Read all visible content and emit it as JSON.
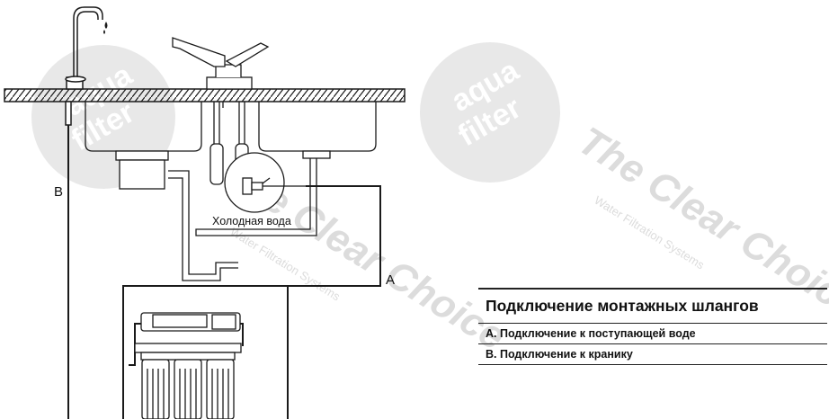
{
  "labels": {
    "point_a": "A",
    "point_b": "B",
    "cold_water": "Холодная вода"
  },
  "legend": {
    "title": "Подключение монтажных шлангов",
    "items": [
      "А. Подключение к поступающей воде",
      "В. Подключение к кранику"
    ]
  },
  "watermark": {
    "logo_text": "aqua filter",
    "slogan": "The Clear Choice",
    "sub": "Water Filtration Systems"
  },
  "colors": {
    "line": "#1a1a1a",
    "pipe_fill": "#ffffff",
    "watermark": "#d9d9d9",
    "countertop_hatch": "#1a1a1a"
  }
}
